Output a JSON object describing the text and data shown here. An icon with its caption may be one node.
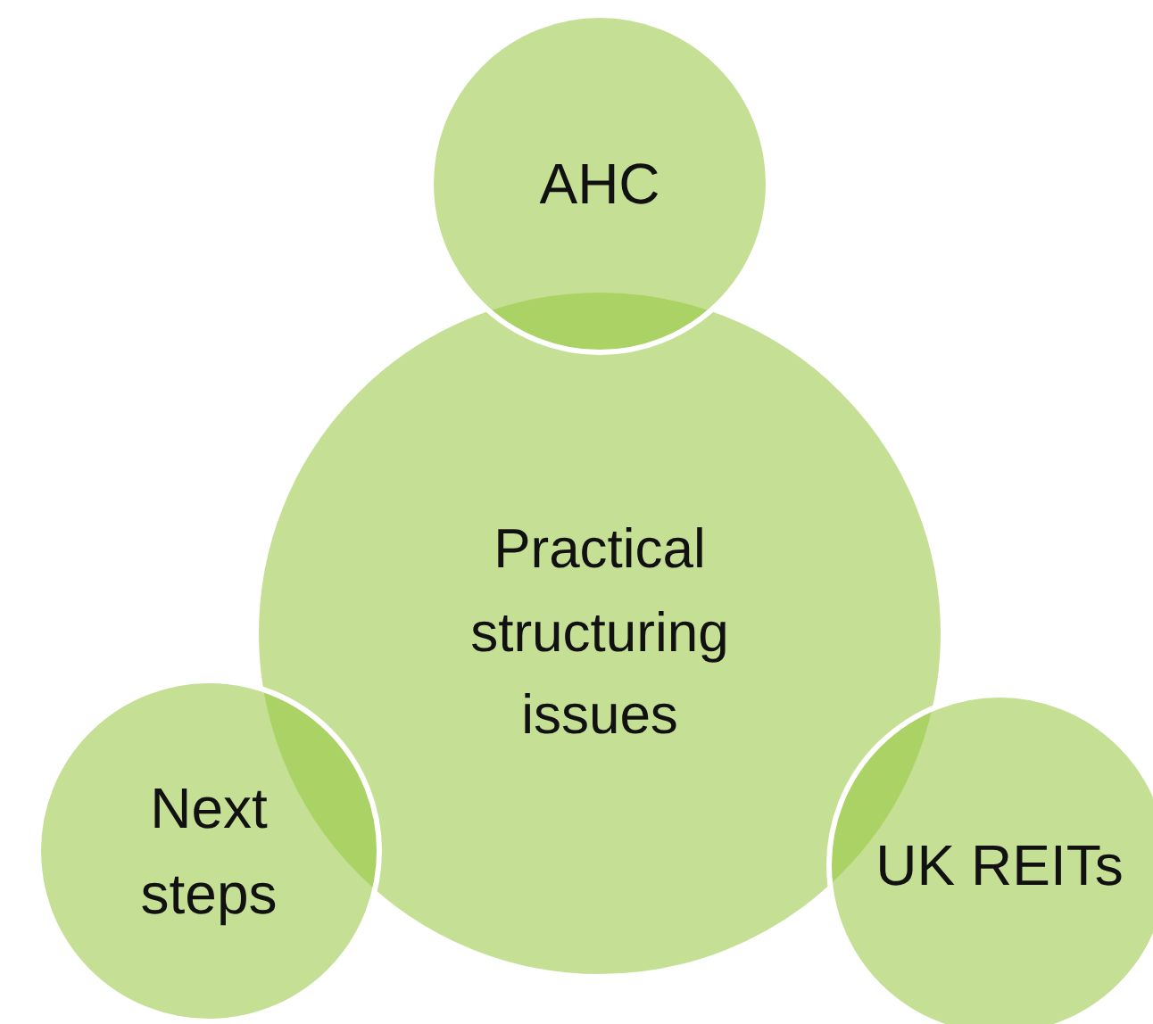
{
  "diagram": {
    "nodes": [
      {
        "text": [
          "AHC"
        ]
      },
      {
        "text": [
          "Practical structuring issues"
        ]
      },
      {
        "text": [
          "Next steps"
        ]
      },
      {
        "text": [
          "UK REITs"
        ]
      }
    ]
  }
}
